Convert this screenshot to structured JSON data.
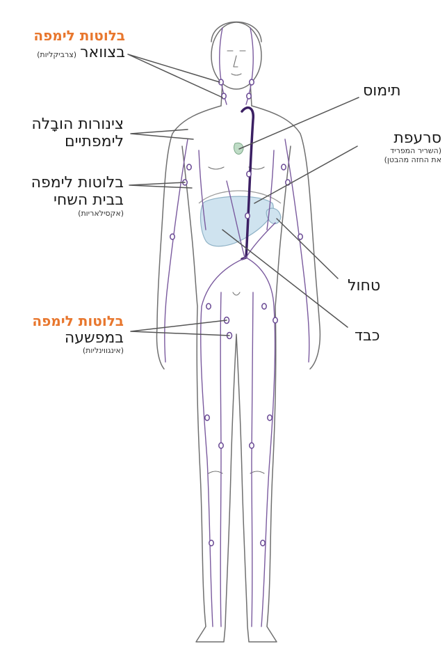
{
  "colors": {
    "outline": "#6f6f6f",
    "lymph": "#7a5a9e",
    "node": "#6a4a94",
    "organ": "#cfe3ef",
    "accent": "#e8772e",
    "pointer": "#555555"
  },
  "labels": {
    "neck_title": "בלוטות לימפה",
    "neck_main": "בצוואר",
    "neck_note": "(צרביקליות)",
    "vessels_line1": "צינורות הובָלה",
    "vessels_line2": "לימפתיים",
    "axilla_line1": "בלוטות לימפה",
    "axilla_line2": "בבית השחי",
    "axilla_note": "(אקסילאריות)",
    "groin_title": "בלוטות לימפה",
    "groin_main": "במפשעה",
    "groin_note": "(אינגווינליות)",
    "thymus": "תימוס",
    "diaphragm": "סרעפת",
    "diaphragm_note1": "(השריר המפריד",
    "diaphragm_note2": "את החזה מהבטן)",
    "spleen": "טחול",
    "liver": "כבד"
  }
}
